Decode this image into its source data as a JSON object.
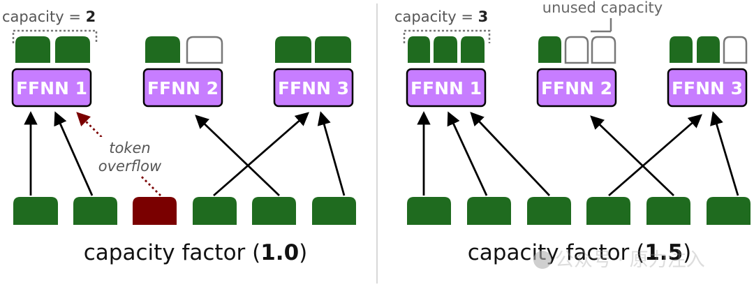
{
  "colors": {
    "token": "#1f6b1f",
    "overflow_token": "#7a0000",
    "expert_fill": "#c77dff",
    "expert_border": "#000000",
    "arrow": "#000000",
    "overflow_arrow": "#7a0000",
    "empty_slot": "#777777"
  },
  "left": {
    "capacity_label": "capacity = ",
    "capacity_value": "2",
    "experts": [
      "FFNN 1",
      "FFNN 2",
      "FFNN 3"
    ],
    "slots": [
      [
        1,
        1
      ],
      [
        1,
        0
      ],
      [
        1,
        1
      ]
    ],
    "annotation_line1": "token",
    "annotation_line2": "overflow",
    "factor_label": "capacity factor (",
    "factor_value": "1.0",
    "factor_suffix": ")"
  },
  "right": {
    "capacity_label": "capacity = ",
    "capacity_value": "3",
    "unused_label": "unused capacity",
    "experts": [
      "FFNN 1",
      "FFNN 2",
      "FFNN 3"
    ],
    "slots": [
      [
        1,
        1,
        1
      ],
      [
        1,
        0,
        0
      ],
      [
        1,
        1,
        0
      ]
    ],
    "factor_label": "capacity factor (",
    "factor_value": "1.5",
    "factor_suffix": ")"
  },
  "watermark": "公众号 · 原力注入",
  "icons": {
    "token": "token-block-icon",
    "arrow": "arrow-icon"
  }
}
